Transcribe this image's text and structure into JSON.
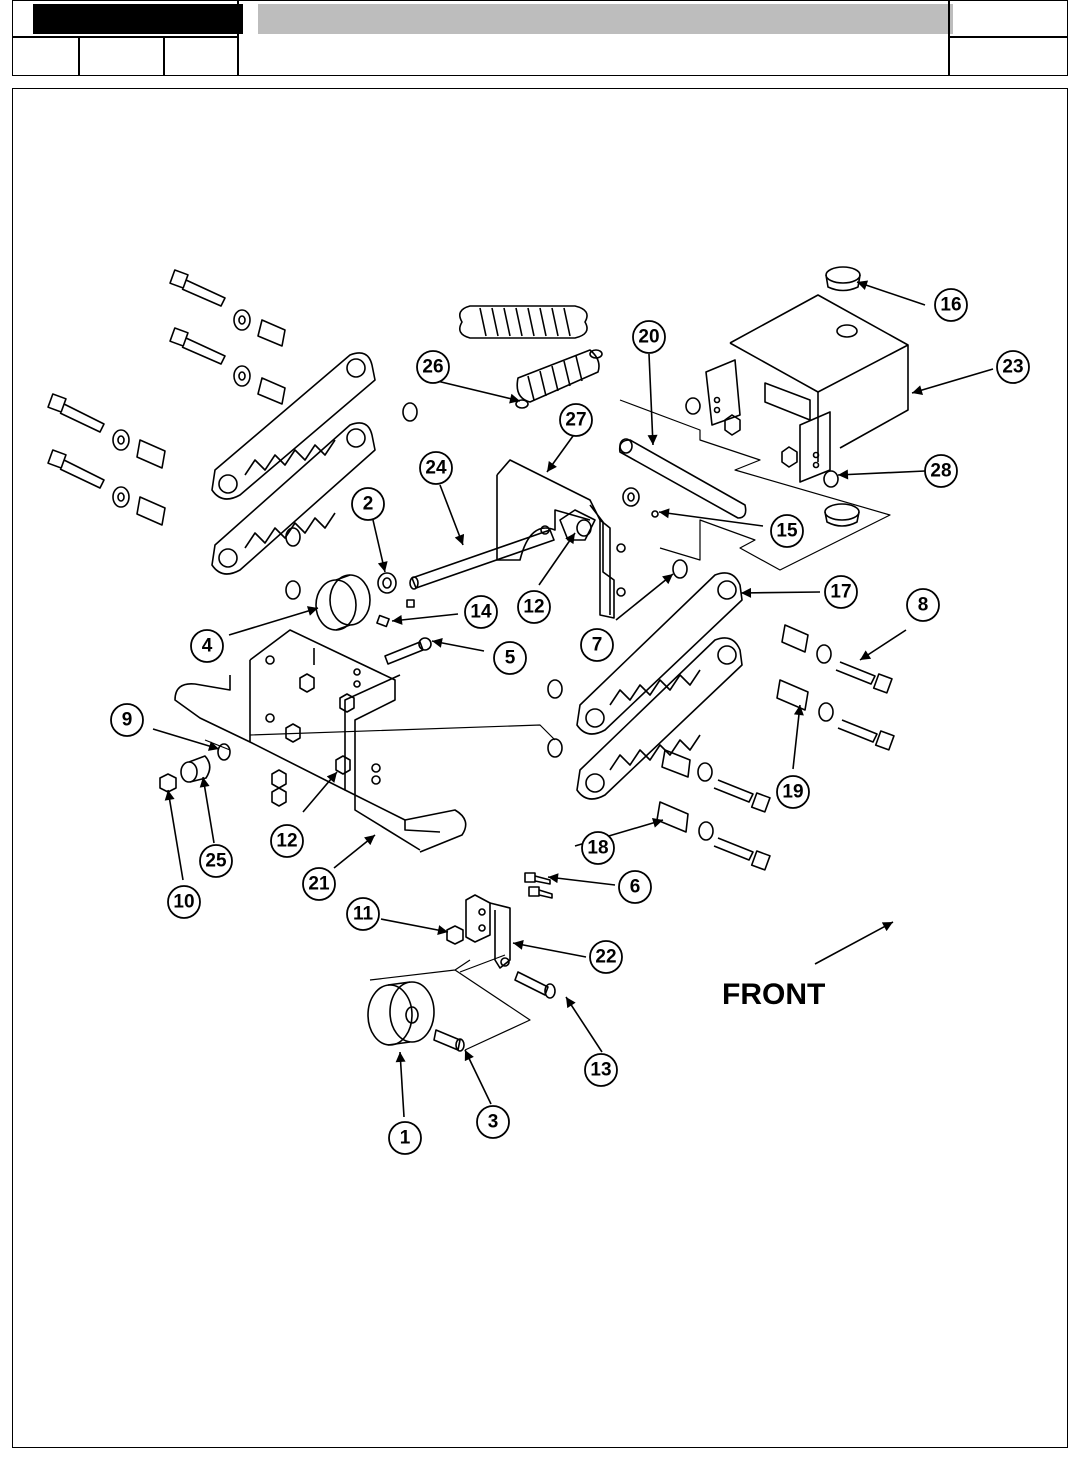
{
  "front_label": "FRONT",
  "callouts": {
    "c1": "1",
    "c2": "2",
    "c3": "3",
    "c4": "4",
    "c5": "5",
    "c6": "6",
    "c7": "7",
    "c8": "8",
    "c9": "9",
    "c10": "10",
    "c11": "11",
    "c12a": "12",
    "c12b": "12",
    "c13": "13",
    "c14": "14",
    "c15": "15",
    "c16": "16",
    "c17": "17",
    "c18": "18",
    "c19": "19",
    "c20": "20",
    "c21": "21",
    "c22": "22",
    "c23": "23",
    "c24": "24",
    "c25": "25",
    "c26": "26",
    "c27": "27",
    "c28": "28"
  }
}
